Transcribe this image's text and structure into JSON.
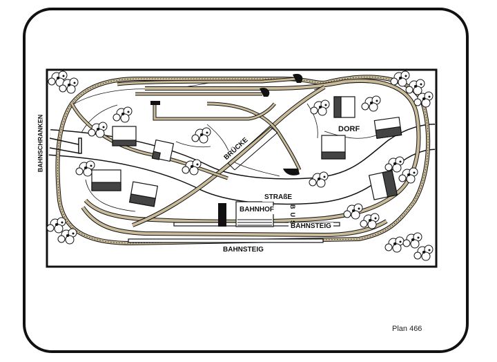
{
  "plan_number": "Plan 466",
  "labels": {
    "bahnschranken": "BAHNSCHRANKEN",
    "bruecke": "BRÜCKE",
    "dorf": "DORF",
    "strasse": "STRAßE",
    "bahnhof": "BAHNHOF",
    "bahnsteig_upper": "BAHNSTEIG",
    "bahnsteig_lower": "BAHNSTEIG",
    "bus": "BUS"
  },
  "colors": {
    "line": "#111111",
    "track_fill": "#c9bb9a",
    "rail": "#8a7d62",
    "road": "#ffffff",
    "paper": "#ffffff"
  },
  "icons": {
    "tree": "tree-cluster-icon",
    "house": "house-icon",
    "buffer_stop": "buffer-stop-icon"
  }
}
